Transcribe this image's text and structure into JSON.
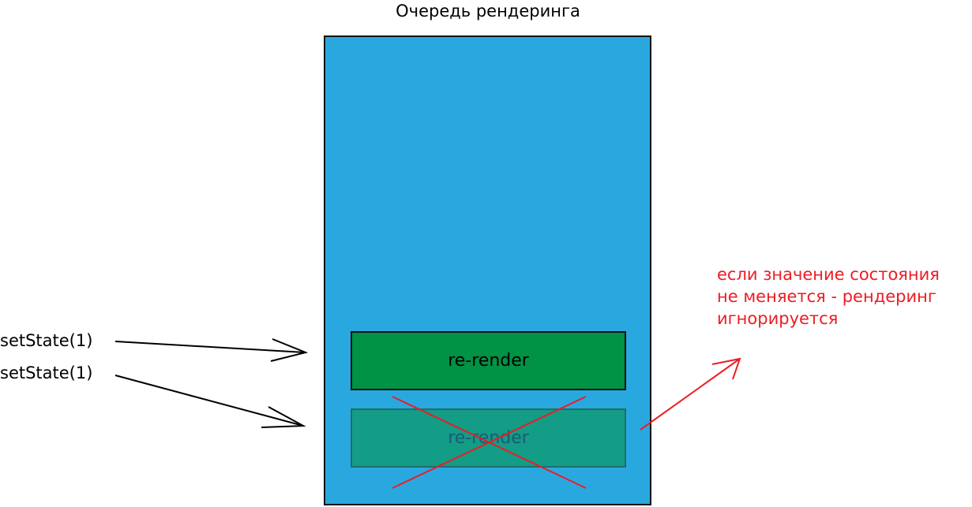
{
  "title": "Очередь рендеринга",
  "colors": {
    "queue_fill": "#29A8E0",
    "active_item_fill": "#009245",
    "ignored_item_fill": "#139C86",
    "ignored_item_text": "#1A5C73",
    "cross": "#ED1C24",
    "note_text": "#ED1C24",
    "arrow": "#000000"
  },
  "calls": [
    {
      "label": "setState(1)"
    },
    {
      "label": "setState(1)"
    }
  ],
  "items": [
    {
      "label": "re-render",
      "status": "active"
    },
    {
      "label": "re-render",
      "status": "ignored"
    }
  ],
  "note": {
    "lines": [
      "если значение состояния",
      "не меняется - рендеринг",
      "игнорируется"
    ]
  },
  "icons": {
    "call_arrow": "open-arrow-right",
    "ignored_mark": "cross-icon",
    "note_arrow": "open-arrow-up-right"
  }
}
